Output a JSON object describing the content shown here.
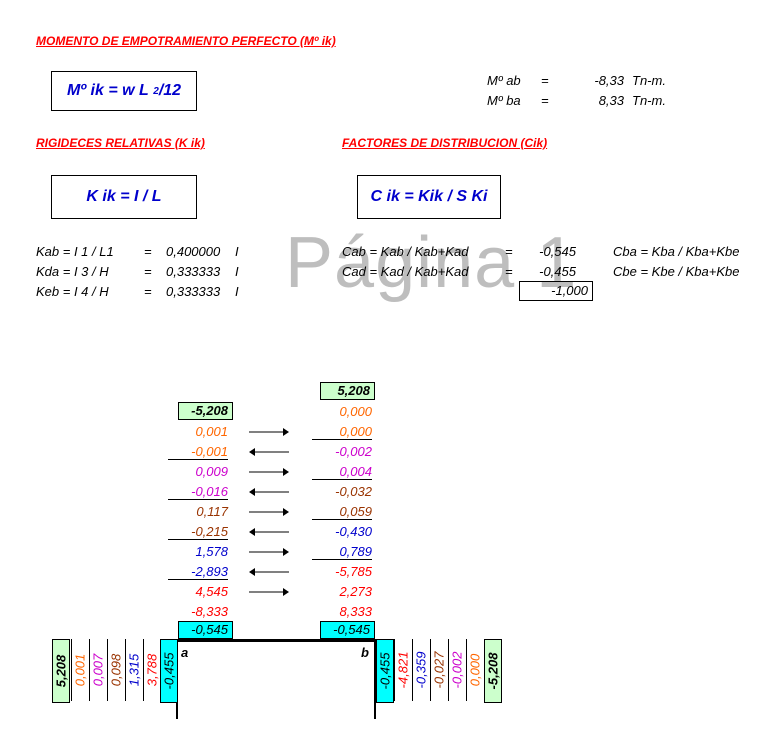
{
  "section1": {
    "title": "MOMENTO DE EMPOTRAMIENTO PERFECTO (Mº ik)",
    "formula_main": "Mº ik = w L",
    "formula_sup": "2",
    "formula_end": "/12"
  },
  "moments": [
    {
      "label": "Mº ab",
      "eq": "=",
      "value": "-8,33",
      "unit": "Tn-m."
    },
    {
      "label": "Mº ba",
      "eq": "=",
      "value": "8,33",
      "unit": "Tn-m."
    }
  ],
  "section2": {
    "title": "RIGIDECES RELATIVAS  (K ik)",
    "formula": "K ik = I / L"
  },
  "section3": {
    "title": "FACTORES DE DISTRIBUCION (Cik)",
    "formula": "C ik = Kik / S Ki"
  },
  "rigidities": [
    {
      "label": "Kab = I 1 / L1",
      "eq": "=",
      "value": "0,400000",
      "unit": "I"
    },
    {
      "label": "Kda = I 3 / H",
      "eq": "=",
      "value": "0,333333",
      "unit": "I"
    },
    {
      "label": "Keb = I 4 / H",
      "eq": "=",
      "value": "0,333333",
      "unit": "I"
    }
  ],
  "factors": [
    {
      "label": "Cab = Kab / Kab+Kad",
      "eq": "=",
      "value": "-0,545",
      "right": "Cba = Kba / Kba+Kbe"
    },
    {
      "label": "Cad = Kad / Kab+Kad",
      "eq": "=",
      "value": "-0,455",
      "right": "Cbe = Kbe / Kba+Kbe"
    }
  ],
  "factor_sum": "-1,000",
  "watermark": "Página 1",
  "left_col": {
    "top": "-5,208",
    "values": [
      "0,001",
      "-0,001",
      "0,009",
      "-0,016",
      "0,117",
      "-0,215",
      "1,578",
      "-2,893",
      "4,545",
      "-8,333"
    ],
    "factor": "-0,545"
  },
  "right_col": {
    "top": "5,208",
    "values": [
      "0,000",
      "0,000",
      "-0,002",
      "0,004",
      "-0,032",
      "0,059",
      "-0,430",
      "0,789",
      "-5,785",
      "2,273",
      "8,333"
    ],
    "factor": "-0,545"
  },
  "node_a": "a",
  "node_b": "b",
  "left_vert": [
    "5,208",
    "0,001",
    "0,007",
    "0,098",
    "1,315",
    "3,788",
    "-0,455"
  ],
  "right_vert": [
    "-0,455",
    "-4,821",
    "-0,359",
    "-0,027",
    "-0,002",
    "0,000",
    "-5,208"
  ],
  "colors": {
    "red": "#ff0000",
    "blue": "#0000cc",
    "orange": "#ff6600",
    "magenta": "#cc00cc",
    "brown": "#993300",
    "green": "#ccffcc",
    "cyan": "#00ffff"
  }
}
